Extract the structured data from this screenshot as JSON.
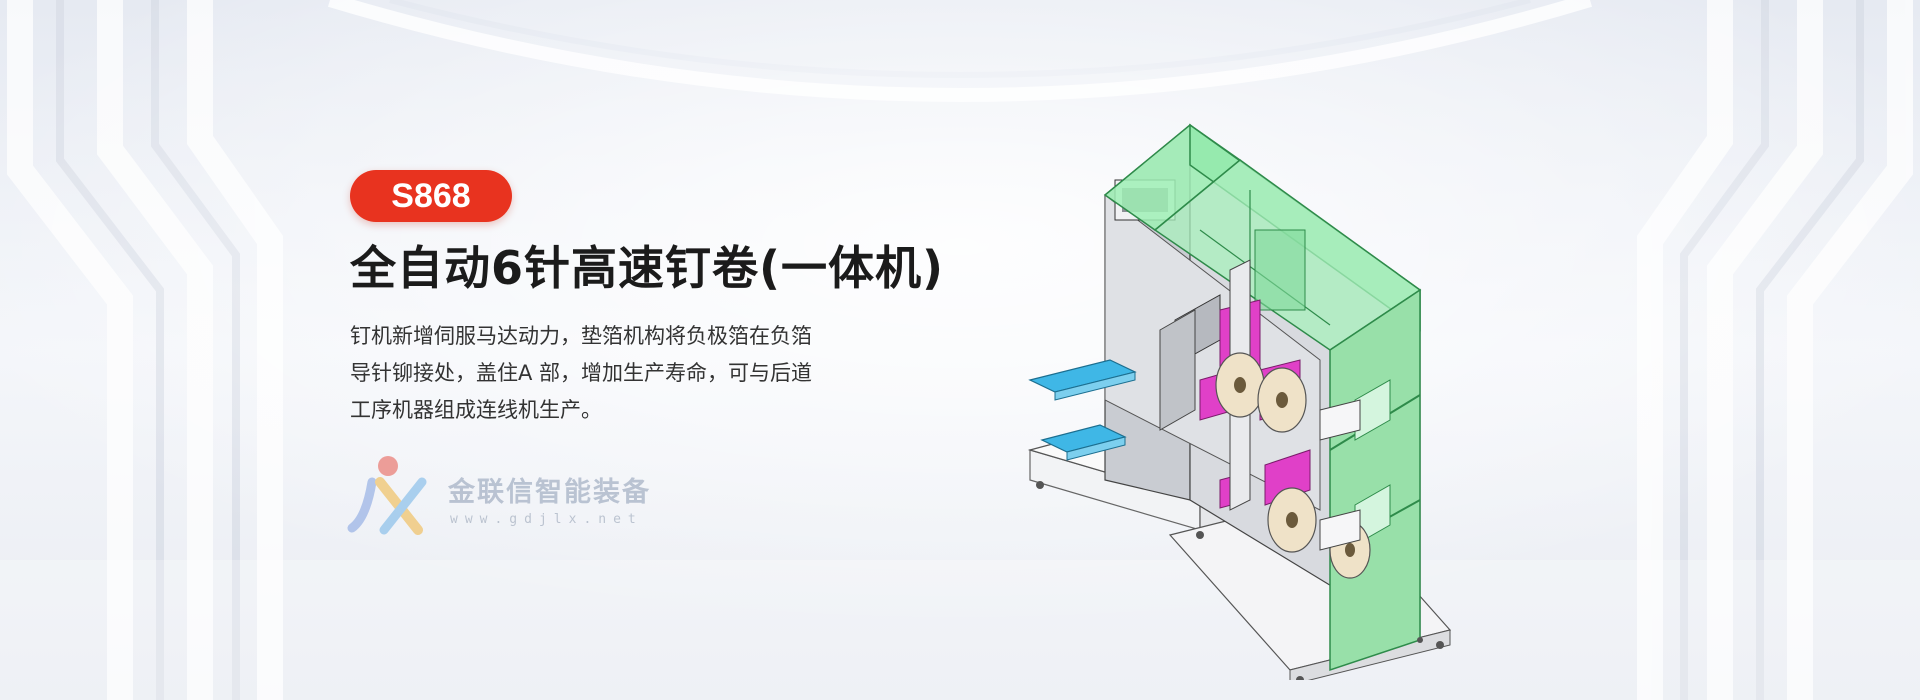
{
  "product": {
    "model": "S868",
    "title": "全自动6针高速钉卷(一体机)",
    "description_lines": [
      "钉机新增伺服马达动力，垫箔机构将负极箔在负箔",
      "导针铆接处，盖住A 部，增加生产寿命，可与后道",
      "工序机器组成连线机生产。"
    ]
  },
  "brand": {
    "name": "金联信智能装备",
    "url": "www.gdjlx.net"
  },
  "colors": {
    "badge": "#e8331f",
    "title": "#1b1b1b",
    "body_text": "#333333",
    "machine_glass": "#8fe8a8",
    "machine_frame": "#3aa35a",
    "machine_magenta": "#e040c8",
    "tray_blue": "#3fb7e6"
  }
}
